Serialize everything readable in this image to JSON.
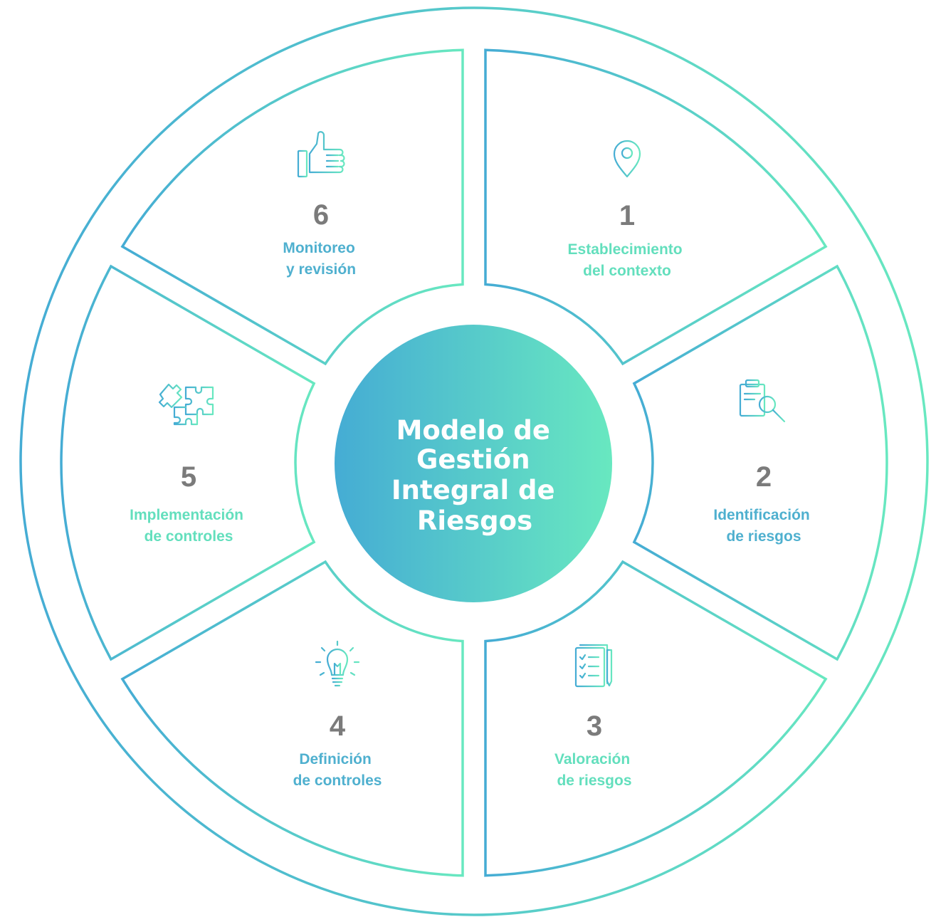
{
  "center": {
    "lines": [
      "Modelo de",
      "Gestión",
      "Integral de",
      "Riesgos"
    ]
  },
  "segments": [
    {
      "number": "1",
      "label_lines": [
        "Establecimiento",
        "del contexto"
      ],
      "icon": "location-pin-icon",
      "label_color": "#63dfbd"
    },
    {
      "number": "2",
      "label_lines": [
        "Identificación",
        "de riesgos"
      ],
      "icon": "clipboard-search-icon",
      "label_color": "#4fb0cf"
    },
    {
      "number": "3",
      "label_lines": [
        "Valoración",
        "de riesgos"
      ],
      "icon": "checklist-document-icon",
      "label_color": "#63dfbd"
    },
    {
      "number": "4",
      "label_lines": [
        "Definición",
        "de controles"
      ],
      "icon": "lightbulb-icon",
      "label_color": "#4fb0cf"
    },
    {
      "number": "5",
      "label_lines": [
        "Implementación",
        "de controles"
      ],
      "icon": "puzzle-icon",
      "label_color": "#63dfbd"
    },
    {
      "number": "6",
      "label_lines": [
        "Monitoreo",
        "y revisión"
      ],
      "icon": "thumbs-up-icon",
      "label_color": "#4fb0cf"
    }
  ],
  "colors": {
    "gradient_start": "#45acd4",
    "gradient_end": "#68e8c0",
    "number_gray": "#7b7b7b"
  }
}
